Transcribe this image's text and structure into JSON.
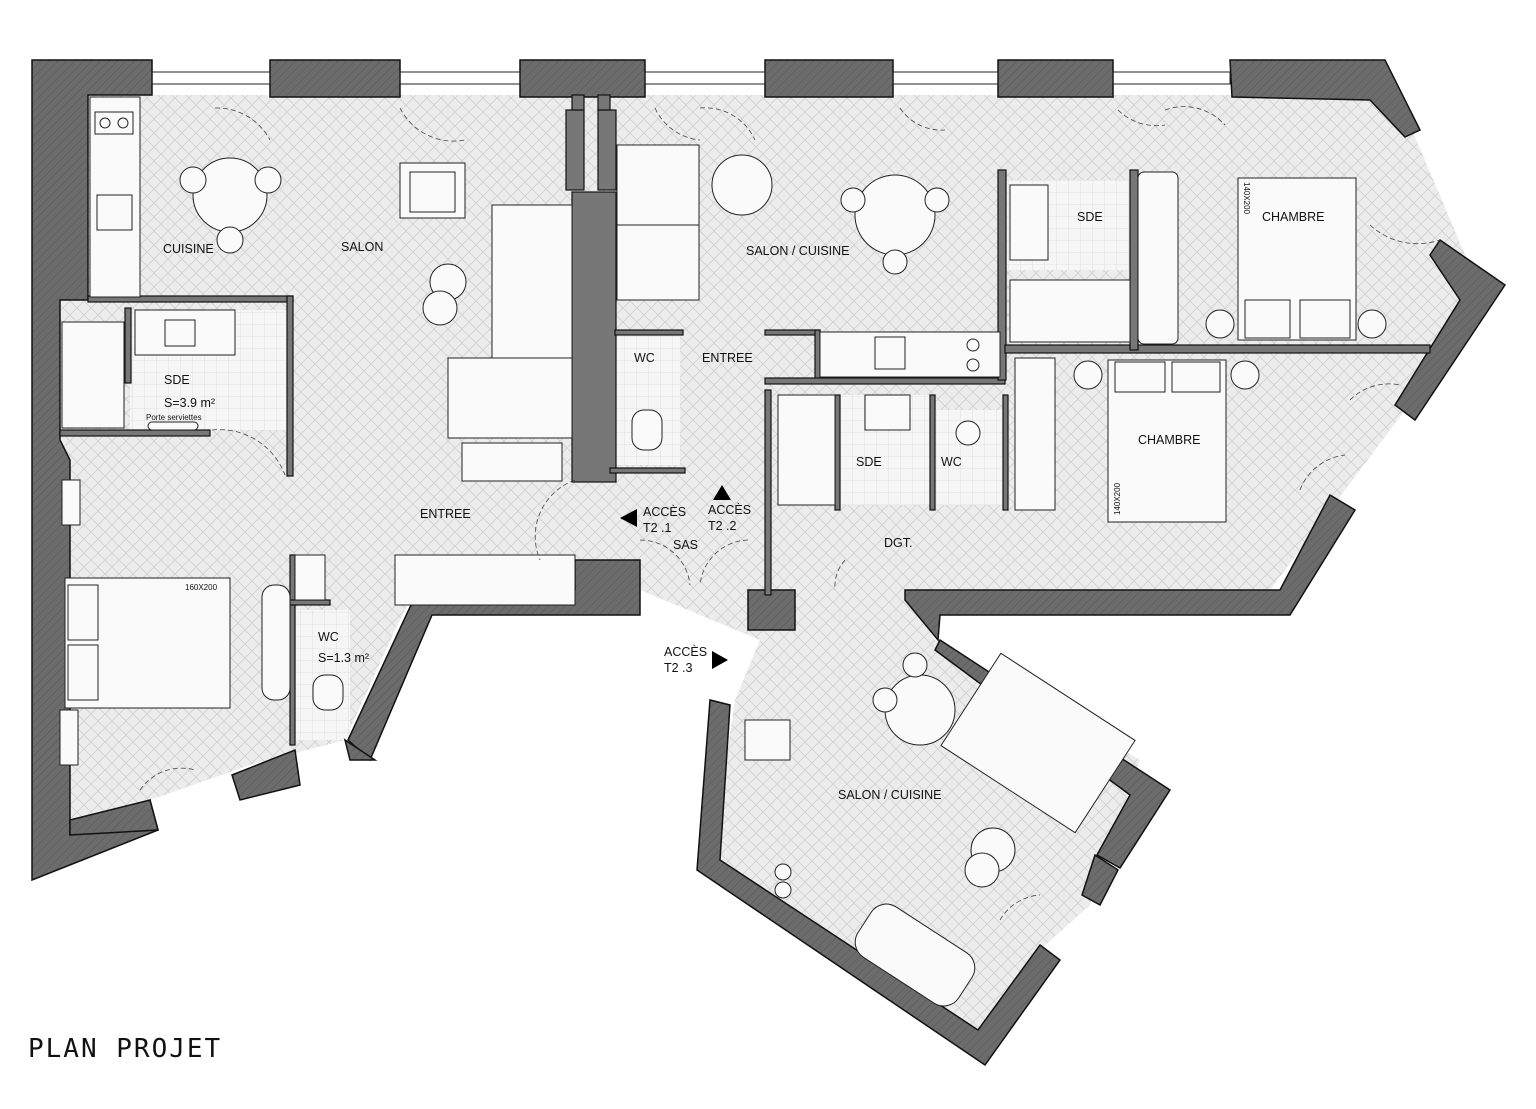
{
  "plan": {
    "title": "PLAN PROJET",
    "colors": {
      "wall": "#6a6a6a",
      "wall_stroke": "#111111",
      "floor": "#ededed",
      "line": "#222222"
    },
    "rooms": {
      "cuisine": "CUISINE",
      "salon": "SALON",
      "salon_cuisine_1": "SALON / CUISINE",
      "chambre_1": "CHAMBRE",
      "sde_1": "SDE",
      "wc_1": "WC",
      "entree_1": "ENTREE",
      "sde_2": "SDE",
      "sde_2_area": "S=3.9 m²",
      "chambre_2": "CHAMBRE",
      "entree_2": "ENTREE",
      "sas": "SAS",
      "sde_3": "SDE",
      "wc_2": "WC",
      "dgt": "DGT.",
      "wc_3": "WC",
      "wc_3_area": "S=1.3 m²",
      "salon_cuisine_2": "SALON / CUISINE"
    },
    "access": [
      {
        "line1": "ACCÈS",
        "line2": "T2 .1",
        "icon": "arrow-left-icon"
      },
      {
        "line1": "ACCÈS",
        "line2": "T2 .2",
        "icon": "arrow-up-icon"
      },
      {
        "line1": "ACCÈS",
        "line2": "T2 .3",
        "icon": "arrow-right-icon"
      }
    ],
    "beds": {
      "bed_1": "160X200",
      "bed_2": "140X200",
      "bed_3": "140X200"
    },
    "labels": {
      "towel_rail": "Porte serviettes"
    }
  }
}
